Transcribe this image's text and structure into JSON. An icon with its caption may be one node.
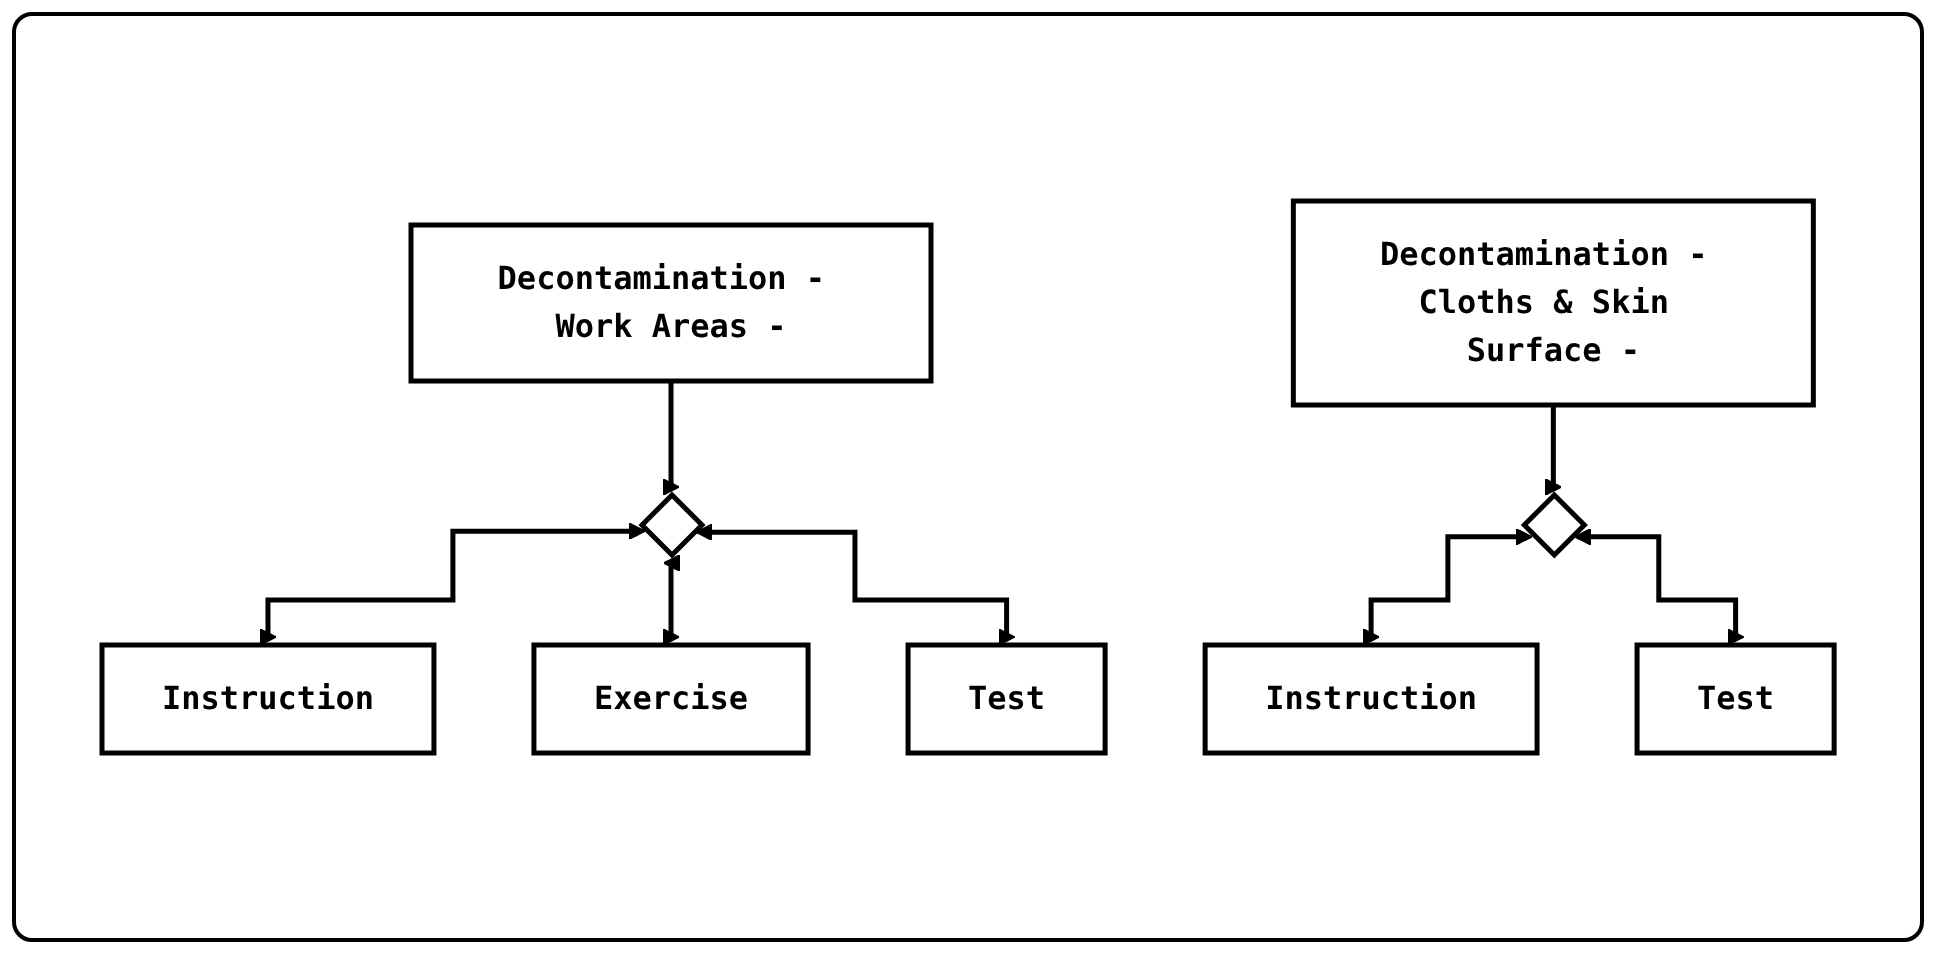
{
  "diagram": {
    "nodes": [
      {
        "text": [
          "Decontamination - Work Areas -"
        ]
      },
      {
        "text": [],
        "shape": "diamond"
      },
      {
        "text": [
          "Instruction"
        ]
      },
      {
        "text": [
          "Exercise"
        ]
      },
      {
        "text": [
          "Test"
        ]
      },
      {
        "text": [
          "Decontamination - Cloths & Skin Surface -"
        ]
      },
      {
        "text": [],
        "shape": "diamond"
      },
      {
        "text": [
          "Instruction"
        ]
      },
      {
        "text": [
          "Test"
        ]
      }
    ],
    "edges": [
      {
        "from": 0,
        "to": 1,
        "arrow": "to"
      },
      {
        "from": 1,
        "to": 2,
        "arrow": "both"
      },
      {
        "from": 1,
        "to": 3,
        "arrow": "both"
      },
      {
        "from": 1,
        "to": 4,
        "arrow": "both"
      },
      {
        "from": 5,
        "to": 6,
        "arrow": "to"
      },
      {
        "from": 6,
        "to": 7,
        "arrow": "both"
      },
      {
        "from": 6,
        "to": 8,
        "arrow": "both"
      }
    ]
  }
}
